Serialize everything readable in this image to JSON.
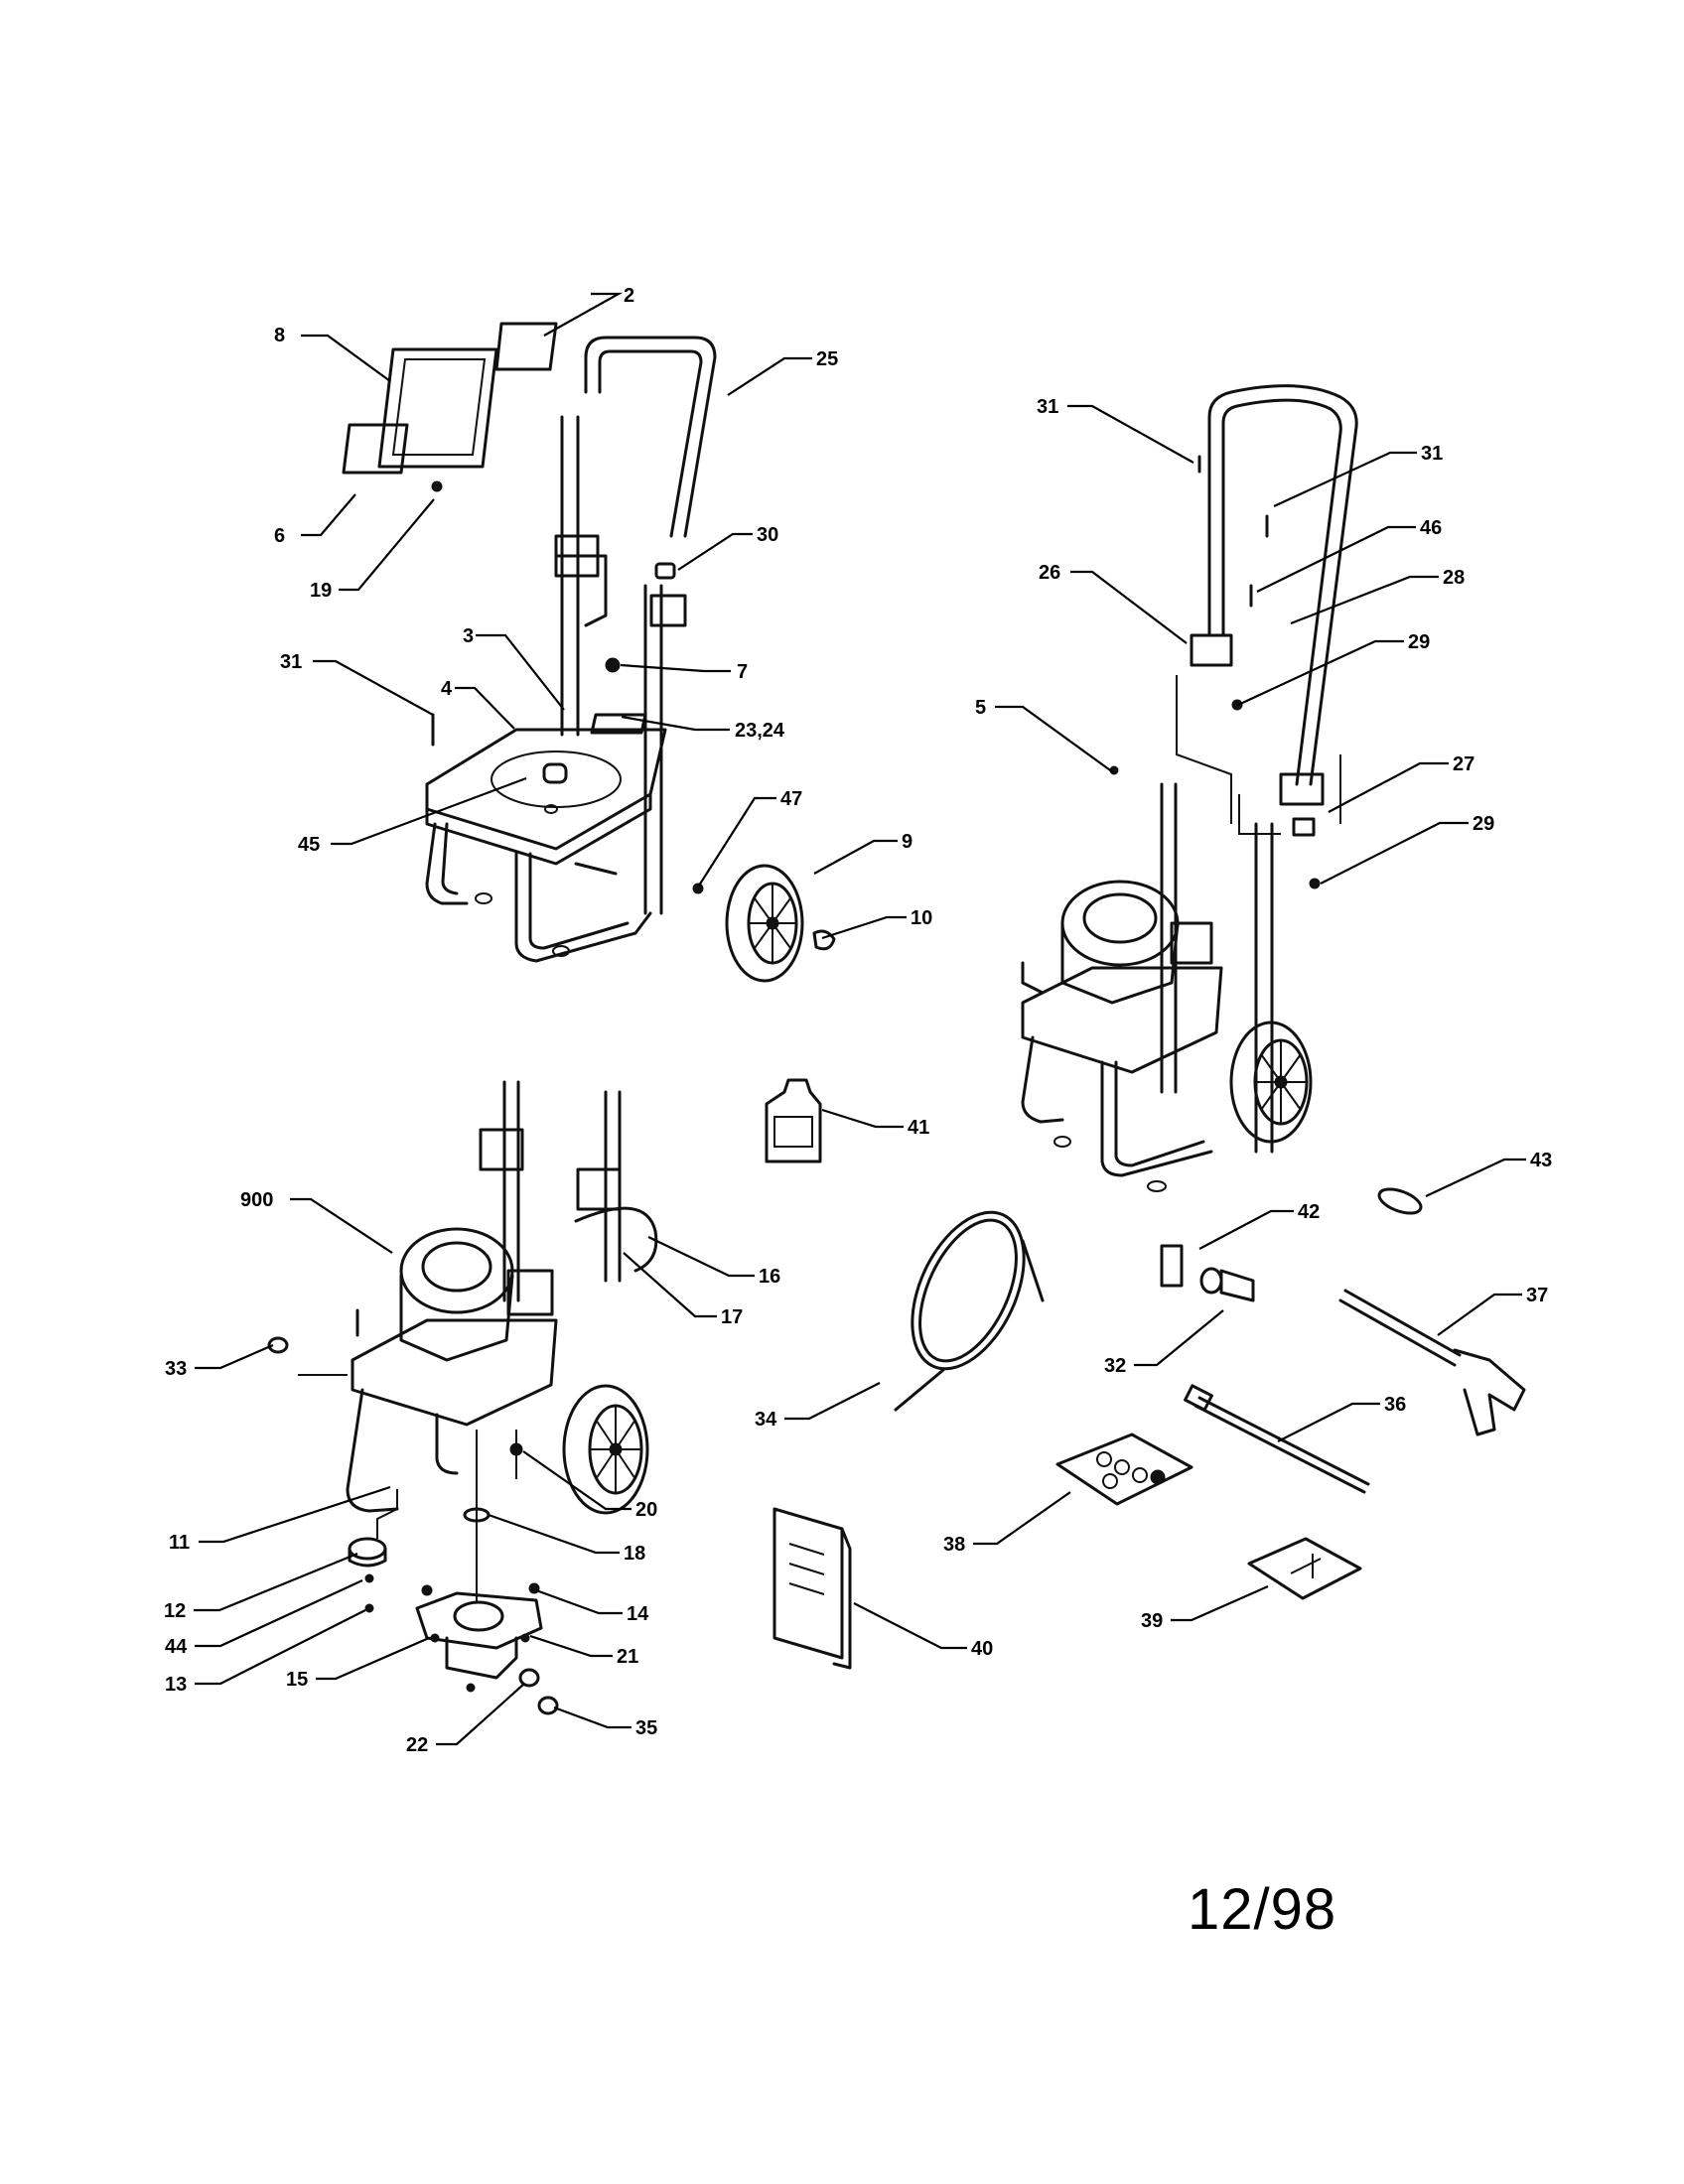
{
  "callouts": {
    "c2": "2",
    "c8": "8",
    "c25": "25",
    "c6": "6",
    "c19": "19",
    "c30": "30",
    "c31a": "31",
    "c3": "3",
    "c4": "4",
    "c7": "7",
    "c2324": "23,24",
    "c45": "45",
    "c47": "47",
    "c9": "9",
    "c10": "10",
    "c31b": "31",
    "c31c": "31",
    "c46": "46",
    "c26": "26",
    "c28": "28",
    "c29a": "29",
    "c5": "5",
    "c27": "27",
    "c29b": "29",
    "c41": "41",
    "c43": "43",
    "c42": "42",
    "c37": "37",
    "c32": "32",
    "c36": "36",
    "c34": "34",
    "c38": "38",
    "c39": "39",
    "c40": "40",
    "c900": "900",
    "c16": "16",
    "c17": "17",
    "c33": "33",
    "c11": "11",
    "c20": "20",
    "c18": "18",
    "c12": "12",
    "c44": "44",
    "c14": "14",
    "c13": "13",
    "c21": "21",
    "c15": "15",
    "c22": "22",
    "c35": "35"
  },
  "footer": {
    "date": "12/98"
  }
}
